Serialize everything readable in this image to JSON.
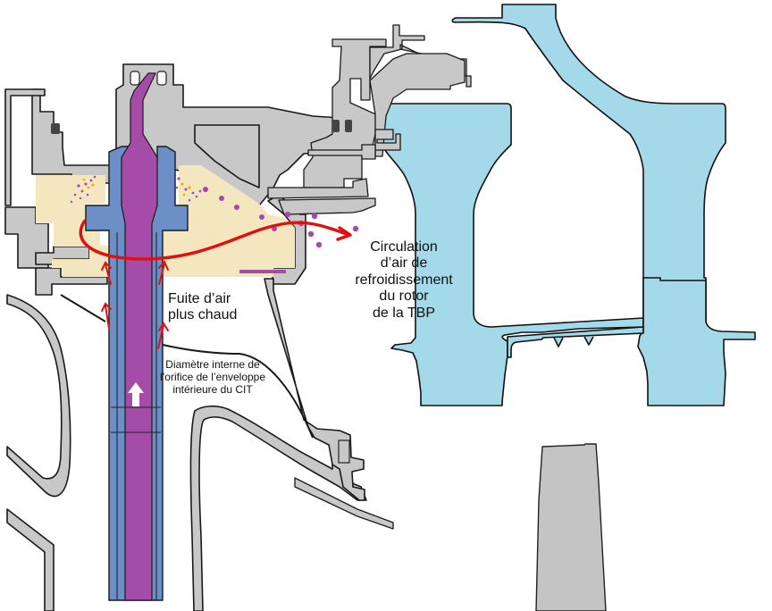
{
  "diagram": {
    "title": "Cross-section: HP turbine rotor cooling air circulation",
    "labels": {
      "cooling_circulation": [
        "Circulation",
        "d’air de",
        "refroidissement",
        "du rotor",
        "de la TBP"
      ],
      "hot_air_leak": [
        "Fuite d’air",
        "plus chaud"
      ],
      "orifice_diameter": [
        "Diamètre interne de",
        "l’orifice de l’enveloppe",
        "intérieure du CIT"
      ]
    },
    "colors": {
      "metal_grey": "#c8c8c8",
      "rotor_blue": "#a3d9e8",
      "cavity_beige": "#f4e6be",
      "shaft_blue": "#6d8fc7",
      "shaft_purple": "#a44ca7",
      "flow_red": "#e01010",
      "particle_purple": "#a24aae",
      "particle_yellow": "#d9b400"
    },
    "legend_semantics": {
      "red_curve": "cooling-air-flow",
      "red_small_arrows": "hot-air-leak-direction",
      "white_arrow": "upward-flow-in-shaft"
    }
  }
}
